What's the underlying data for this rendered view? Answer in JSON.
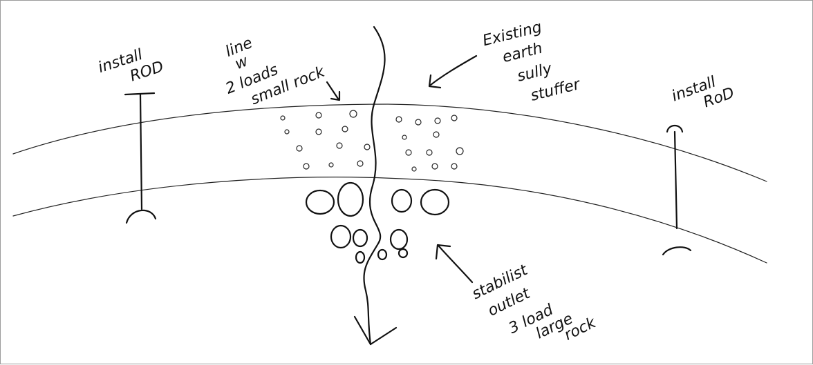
{
  "labels": {
    "install_rod_left": [
      "install",
      "ROD"
    ],
    "install_rod_right": [
      "install",
      "RoD"
    ],
    "line_small_rock": [
      "line",
      "w",
      "2 loads",
      "small rock"
    ],
    "existing_earth": [
      "Existing",
      "earth",
      "sully",
      "stuffer"
    ],
    "stabilist_outlet": [
      "stabilist",
      "outlet",
      "3 load",
      "large",
      "rock"
    ]
  },
  "colors": {
    "ink": "#111111",
    "paper": "#ffffff",
    "border": "#9a9a9a"
  }
}
